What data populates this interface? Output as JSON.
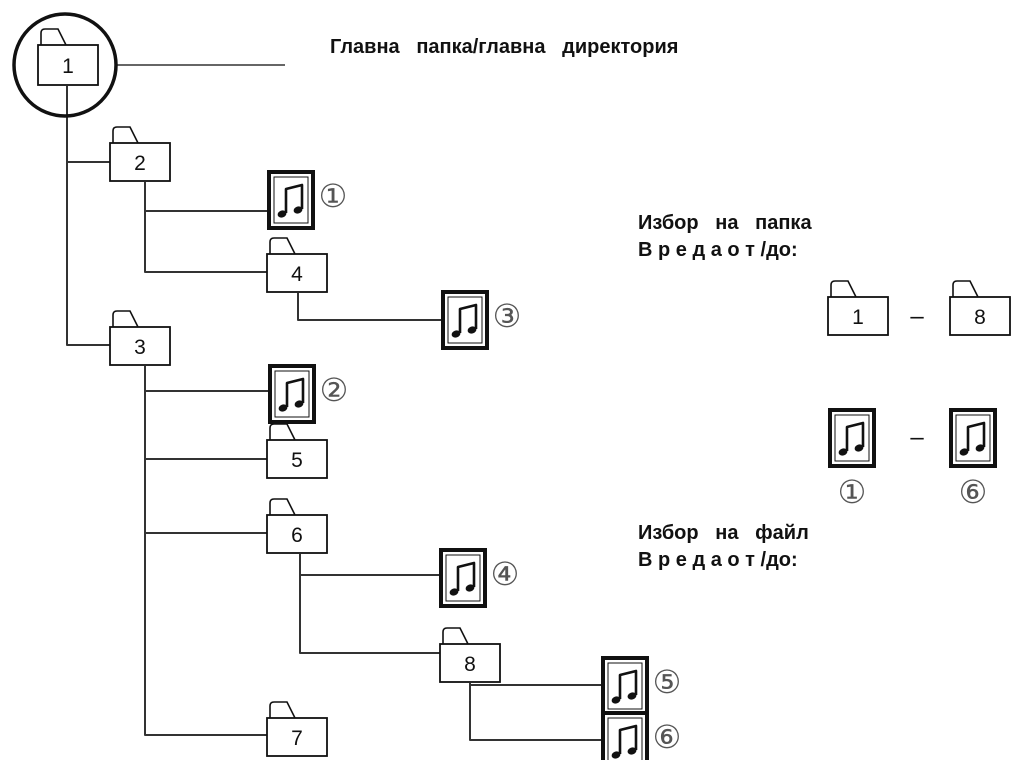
{
  "root_label": "Главна   папка/главна   директория",
  "folder_selection": {
    "title": "Избор   на   папка",
    "range_label": "В р е д а о т /до:",
    "range_from": "1",
    "range_to": "8",
    "dash": "–"
  },
  "file_selection": {
    "title": "Избор   на   файл",
    "range_label": "В р е д а о т /до:",
    "range_from": "①",
    "range_to": "⑥",
    "dash": "–"
  },
  "folders": [
    {
      "id": "1",
      "label": "1"
    },
    {
      "id": "2",
      "label": "2"
    },
    {
      "id": "3",
      "label": "3"
    },
    {
      "id": "4",
      "label": "4"
    },
    {
      "id": "5",
      "label": "5"
    },
    {
      "id": "6",
      "label": "6"
    },
    {
      "id": "7",
      "label": "7"
    },
    {
      "id": "8",
      "label": "8"
    }
  ],
  "files": [
    {
      "id": "f1",
      "label": "①",
      "icon": "music-note-icon"
    },
    {
      "id": "f2",
      "label": "②",
      "icon": "music-note-icon"
    },
    {
      "id": "f3",
      "label": "③",
      "icon": "music-note-icon"
    },
    {
      "id": "f4",
      "label": "④",
      "icon": "music-note-icon"
    },
    {
      "id": "f5",
      "label": "⑤",
      "icon": "music-note-icon"
    },
    {
      "id": "f6",
      "label": "⑥",
      "icon": "music-note-icon"
    }
  ],
  "colors": {
    "line": "#333333",
    "ink": "#111111"
  }
}
